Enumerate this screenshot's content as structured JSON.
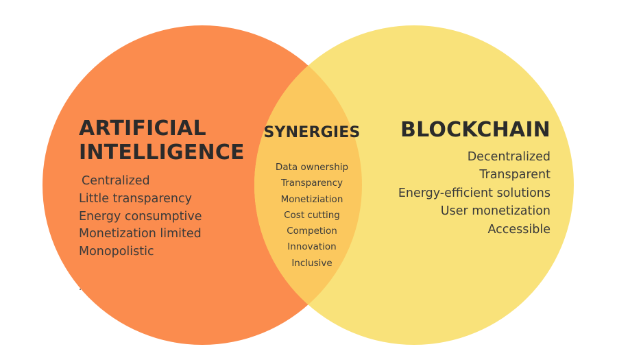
{
  "colors": {
    "ai_circle": "#fb8c4e",
    "blockchain_circle": "#f9e27a",
    "overlap": "#fbc85e",
    "text": "#2b2b2b"
  },
  "ai": {
    "title": "ARTIFICIAL INTELLIGENCE",
    "items": [
      "Centralized",
      "Little transparency",
      "Energy consumptive",
      "Monetization limited",
      "Monopolistic"
    ]
  },
  "synergies": {
    "title": "SYNERGIES",
    "items": [
      "Data ownership",
      "Transparency",
      "Monetiziation",
      "Cost cutting",
      "Competion",
      "Innovation",
      "Inclusive"
    ]
  },
  "blockchain": {
    "title": "BLOCKCHAIN",
    "items": [
      "Decentralized",
      "Transparent",
      "Energy-efficient solutions",
      "User monetization",
      "Accessible"
    ]
  }
}
